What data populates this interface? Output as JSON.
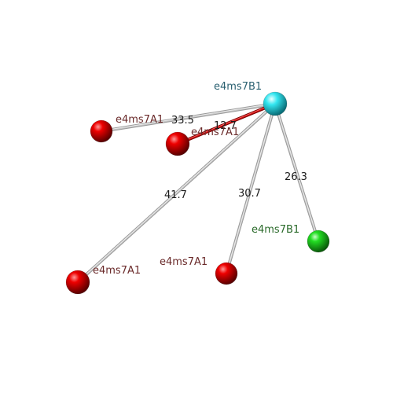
{
  "colors": {
    "center": "#22e0ea",
    "red": "#e00000",
    "green": "#22dd22",
    "bond_grey": "#c8c8c8",
    "bond_red": "#cc1010",
    "label_center": "#2a6070",
    "label_red": "#6a2a2a",
    "label_green": "#2a6a2a"
  },
  "nodes": [
    {
      "id": "center",
      "label": "e4ms7B1",
      "color": "center",
      "label_color": "label_center"
    },
    {
      "id": "n1",
      "label": "e4ms7A1",
      "color": "red",
      "label_color": "label_red"
    },
    {
      "id": "n2",
      "label": "e4ms7A1",
      "color": "red",
      "label_color": "label_red"
    },
    {
      "id": "n3",
      "label": "e4ms7A1",
      "color": "red",
      "label_color": "label_red"
    },
    {
      "id": "n4",
      "label": "e4ms7A1",
      "color": "red",
      "label_color": "label_red"
    },
    {
      "id": "n5",
      "label": "e4ms7B1",
      "color": "green",
      "label_color": "label_green"
    }
  ],
  "edges": [
    {
      "from": "center",
      "to": "n1",
      "value": "33.5",
      "style": "bond_grey"
    },
    {
      "from": "center",
      "to": "n2",
      "value": "12.7",
      "style": "bond_red"
    },
    {
      "from": "center",
      "to": "n3",
      "value": "41.7",
      "style": "bond_grey"
    },
    {
      "from": "center",
      "to": "n4",
      "value": "30.7",
      "style": "bond_grey"
    },
    {
      "from": "center",
      "to": "n5",
      "value": "26.3",
      "style": "bond_grey"
    }
  ]
}
